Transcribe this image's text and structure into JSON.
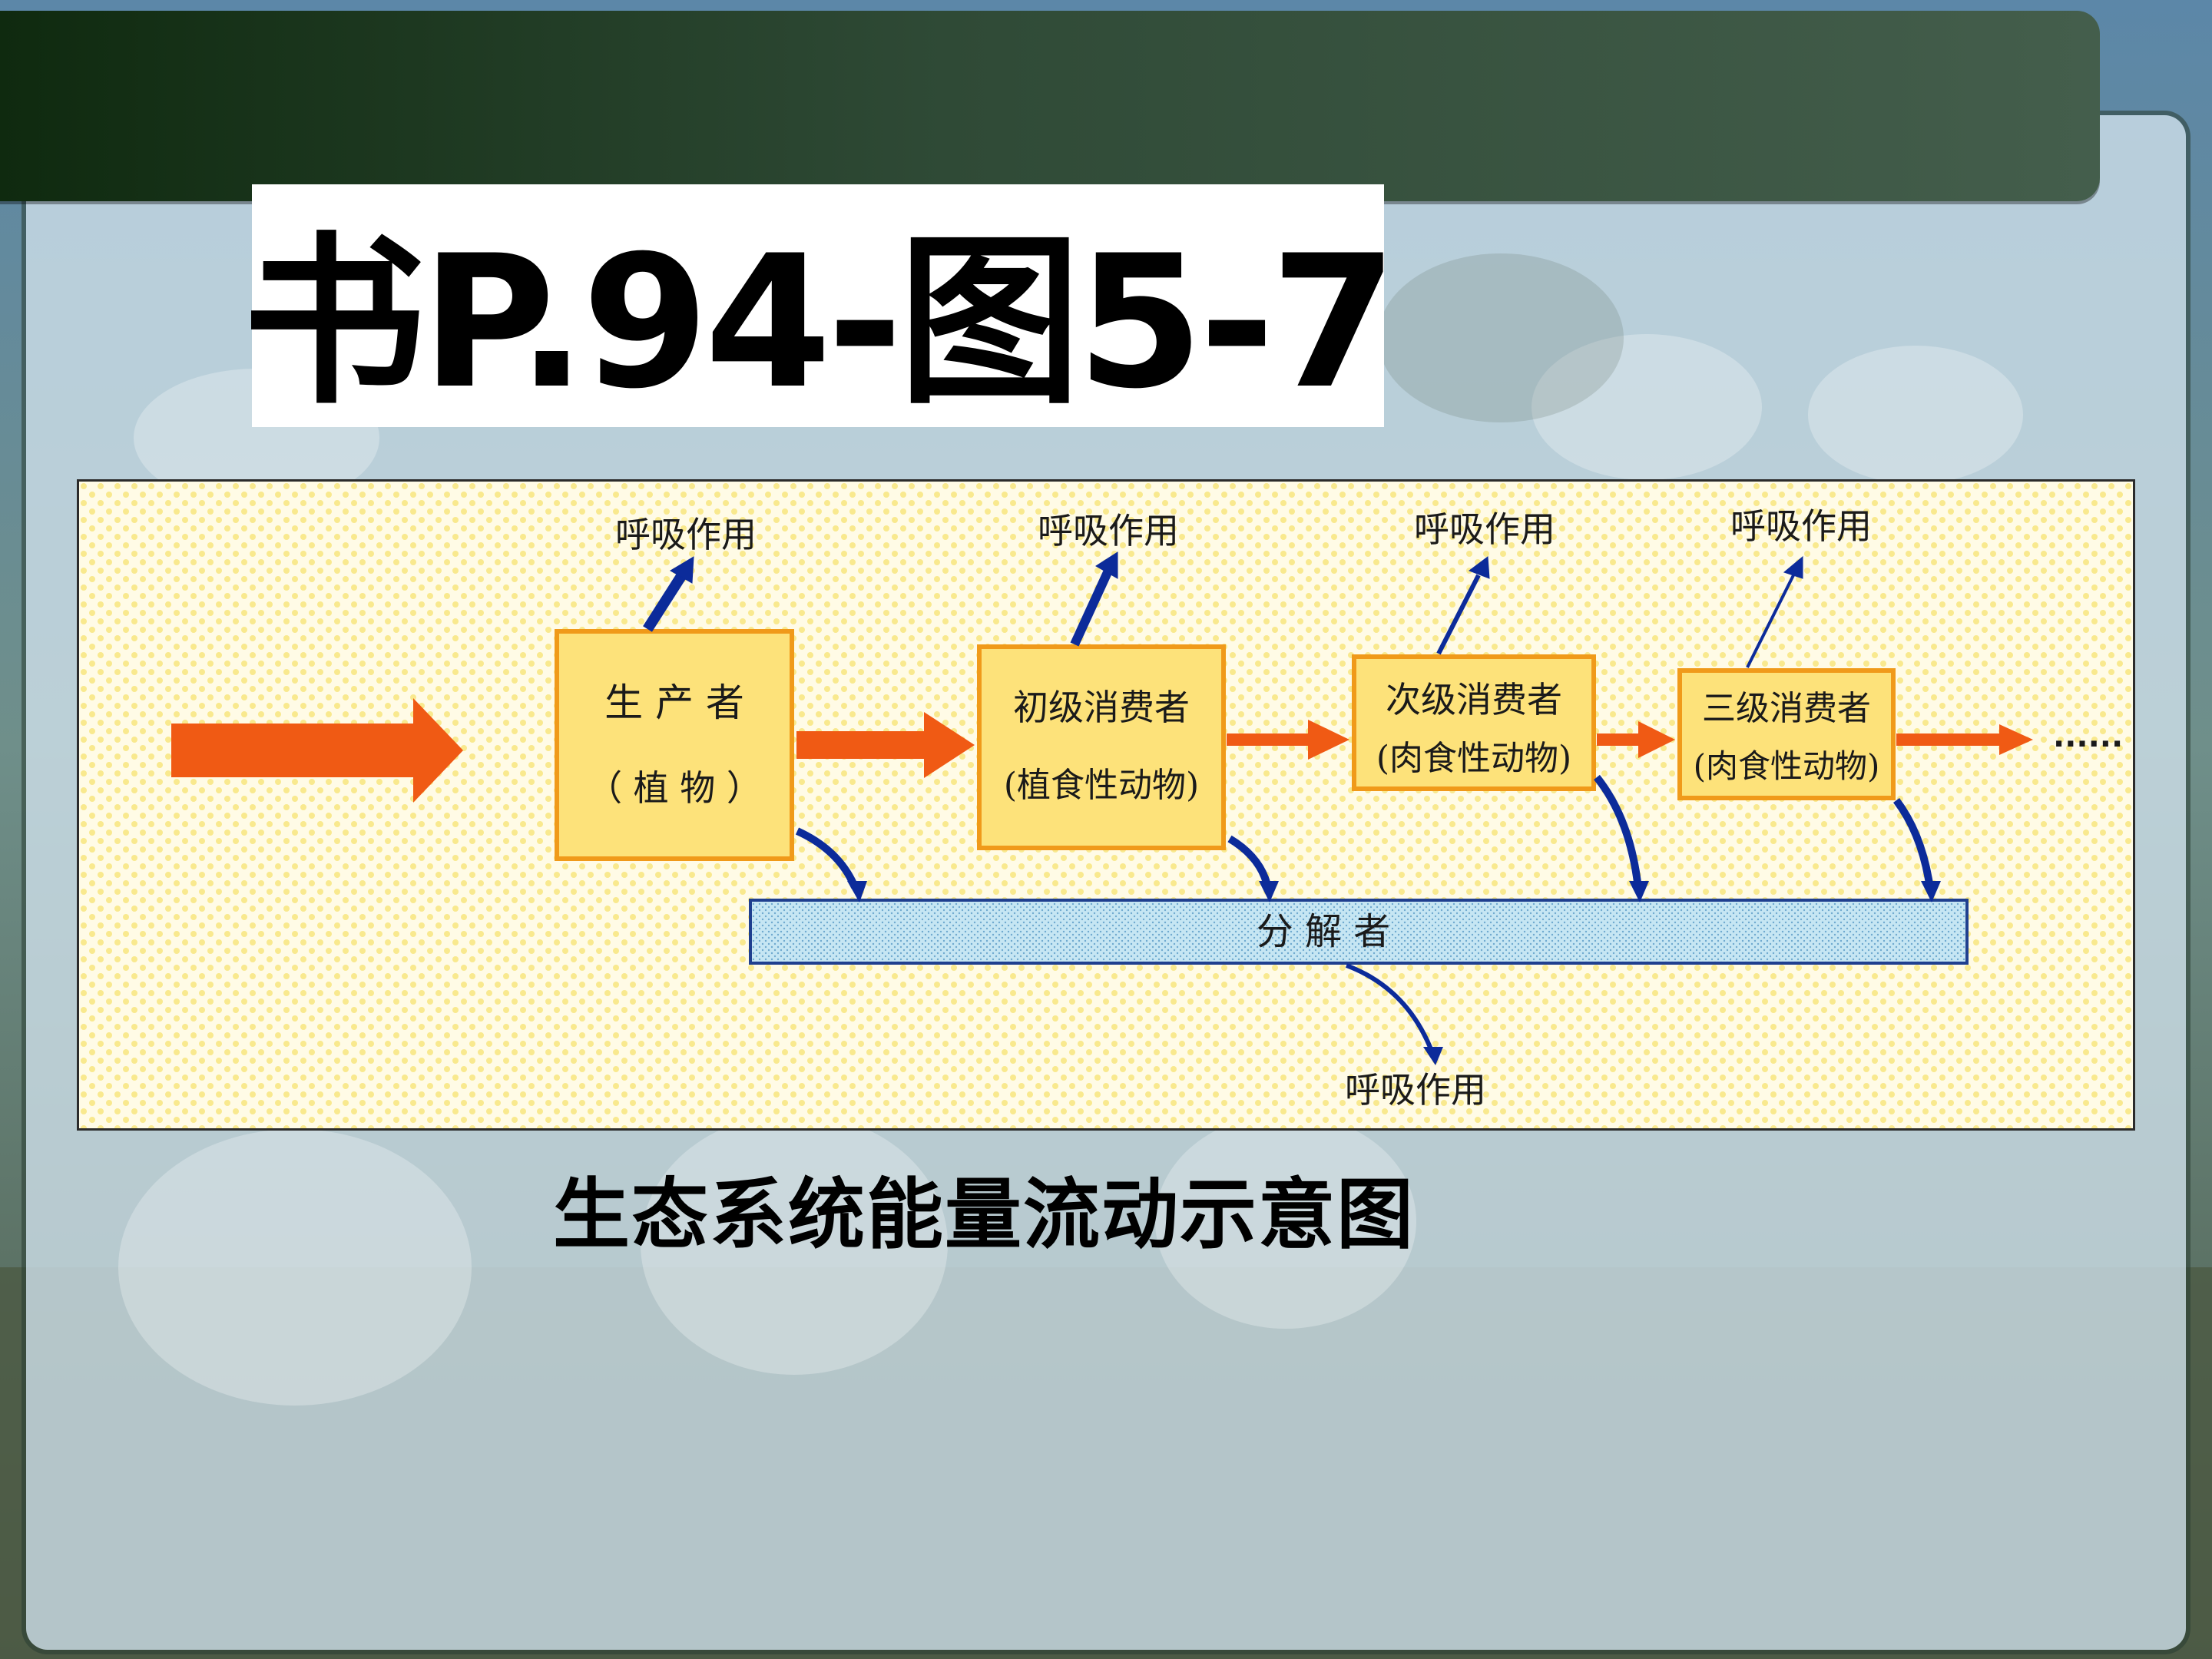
{
  "slide": {
    "title": "书P.94-图5-7",
    "caption": "生态系统能量流动示意图"
  },
  "diagram": {
    "respiration_label": "呼吸作用",
    "producer": {
      "line1": "生 产 者",
      "line2": "（ 植 物 ）"
    },
    "primary": {
      "line1": "初级消费者",
      "line2": "(植食性动物)"
    },
    "secondary": {
      "line1": "次级消费者",
      "line2": "(肉食性动物)"
    },
    "tertiary": {
      "line1": "三级消费者",
      "line2": "(肉食性动物)"
    },
    "decomposer": "分 解 者",
    "continuation": "......"
  },
  "colors": {
    "flow_arrow": "#f05a14",
    "respiration_arrow": "#0c2b9a",
    "box_fill": "#fde27a",
    "box_border": "#f09a1a",
    "decomposer_fill": "#bfe3f2",
    "decomposer_border": "#1f3f8f",
    "title_bar": "#2f4a36"
  }
}
